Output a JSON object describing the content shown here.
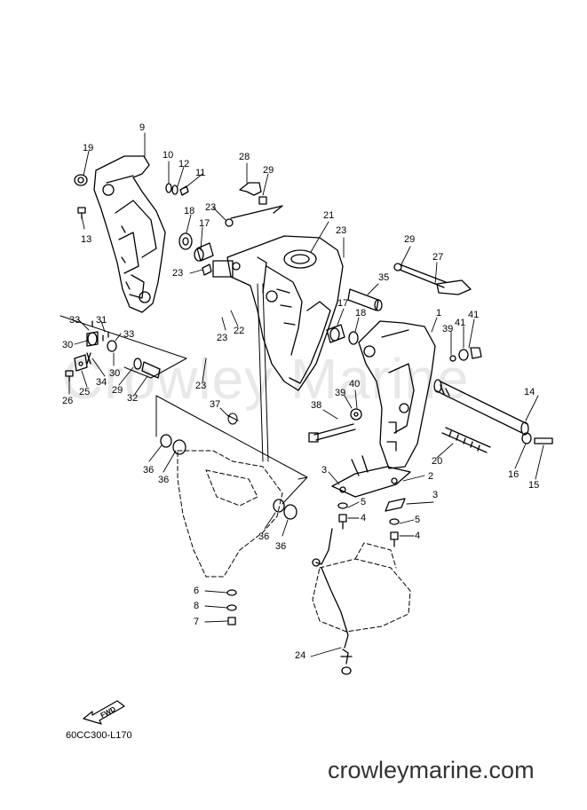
{
  "watermark": "Crowley Marine",
  "diagram_code": "60CC300-L170",
  "site": "crowleymarine.com",
  "fwd_label": "FWD",
  "callouts": {
    "c9": "9",
    "c19": "19",
    "c10": "10",
    "c12": "12",
    "c11": "11",
    "c13": "13",
    "c28": "28",
    "c29a": "29",
    "c23a": "23",
    "c18a": "18",
    "c17a": "17",
    "c23b": "23",
    "c21": "21",
    "c23c": "23",
    "c29b": "29",
    "c27": "27",
    "c35": "35",
    "c33a": "33",
    "c31": "31",
    "c33b": "33",
    "c22": "22",
    "c23d": "23",
    "c30a": "30",
    "c30b": "30",
    "c34": "34",
    "c25": "25",
    "c26": "26",
    "c29c": "29",
    "c32": "32",
    "c23e": "23",
    "c17b": "17",
    "c18b": "18",
    "c1": "1",
    "c39a": "39",
    "c41a": "41",
    "c41b": "41",
    "c39b": "39",
    "c40": "40",
    "c14": "14",
    "c38": "38",
    "c37": "37",
    "c20": "20",
    "c16": "16",
    "c15": "15",
    "c36a": "36",
    "c36b": "36",
    "c36c": "36",
    "c36d": "36",
    "c3a": "3",
    "c2": "2",
    "c3b": "3",
    "c5a": "5",
    "c4a": "4",
    "c5b": "5",
    "c4b": "4",
    "c6": "6",
    "c8": "8",
    "c7": "7",
    "c24": "24"
  }
}
